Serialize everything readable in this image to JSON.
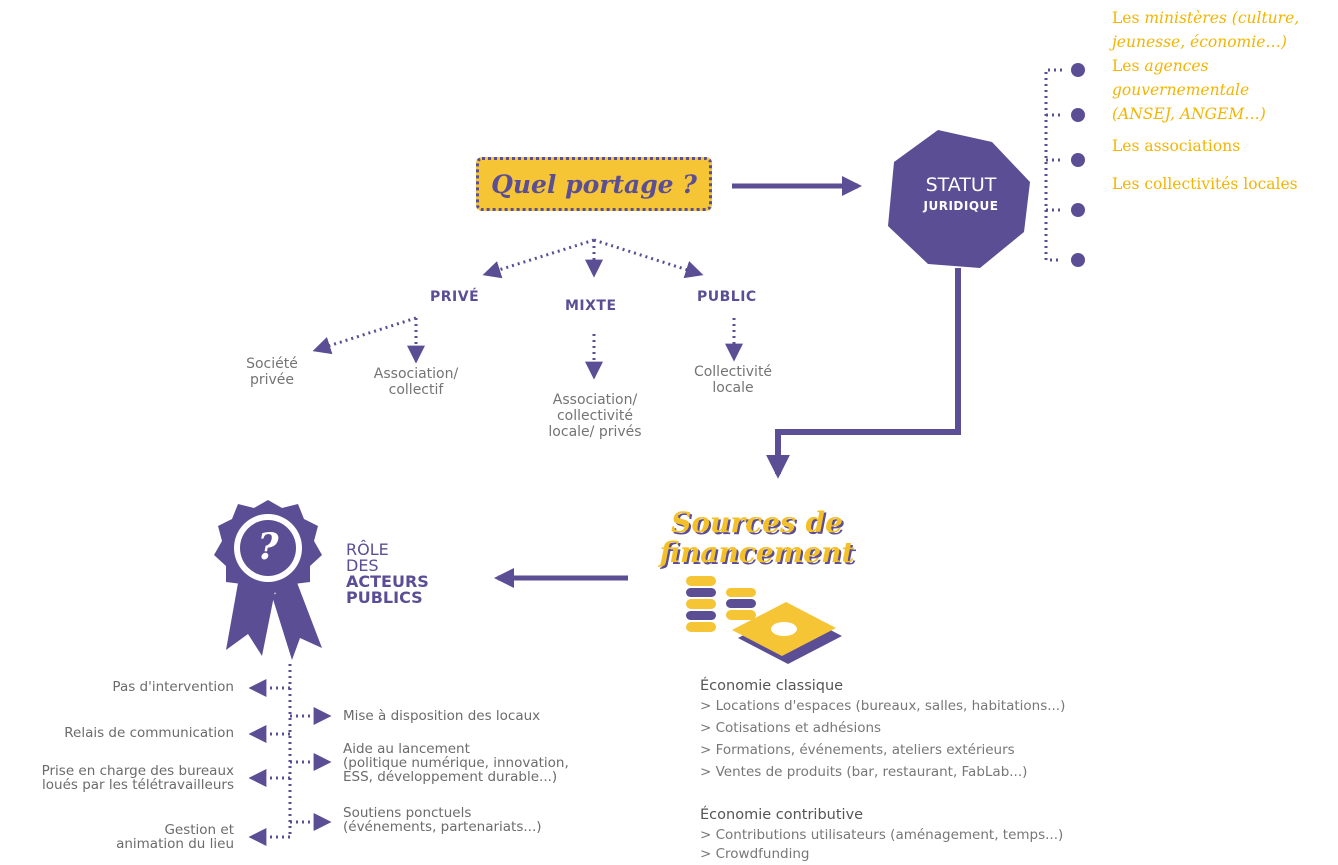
{
  "colors": {
    "purple": "#5b4e94",
    "yellow": "#f6c535",
    "orange_text": "#f2b500",
    "gray_text": "#747474"
  },
  "portage": {
    "title": "Quel portage ?"
  },
  "statut": {
    "line1": "STATUT",
    "line2": "JURIDIQUE"
  },
  "categories": {
    "prive": {
      "label": "PRIVÉ",
      "children": [
        "Société\nprivée",
        "Association/\ncollectif"
      ]
    },
    "mixte": {
      "label": "MIXTE",
      "children": [
        "Association/\ncollectivité\nlocale/ privés"
      ]
    },
    "public": {
      "label": "PUBLIC",
      "children": [
        "Collectivité\nlocale"
      ]
    }
  },
  "statut_options": {
    "l1_prefix": "Les ",
    "l1_italic": "ministères (culture,",
    "l2_italic": "jeunesse, économie…)",
    "l3_prefix": "Les ",
    "l3_italic": "agences",
    "l4_italic": "gouvernementale",
    "l5_italic": "(ANSEJ, ANGEM…)",
    "l6": "Les associations",
    "l7": "Les collectivités locales"
  },
  "sources": {
    "line1": "Sources de",
    "line2": "financement"
  },
  "role": {
    "line1": "RÔLE",
    "line2": "DES",
    "line3": "ACTEURS",
    "line4": "PUBLICS",
    "badge_symbol": "?"
  },
  "role_left": [
    "Pas d'intervention",
    "Relais de communication",
    "Prise en charge des bureaux\nloués par les télétravailleurs",
    "Gestion et\nanimation du lieu"
  ],
  "role_right": [
    "Mise à disposition des locaux",
    "Aide au lancement\n(politique numérique, innovation,\nESS, développement durable...)",
    "Soutiens ponctuels\n(événements, partenariats...)"
  ],
  "economie_classique": {
    "title": "Économie classique",
    "items": [
      "> Locations d'espaces (bureaux, salles, habitations...)",
      "> Cotisations et adhésions",
      "> Formations, événements, ateliers extérieurs",
      "> Ventes de produits (bar, restaurant, FabLab...)"
    ]
  },
  "economie_contributive": {
    "title": "Économie contributive",
    "items": [
      "> Contributions utilisateurs (aménagement, temps...)",
      "> Crowdfunding"
    ]
  }
}
